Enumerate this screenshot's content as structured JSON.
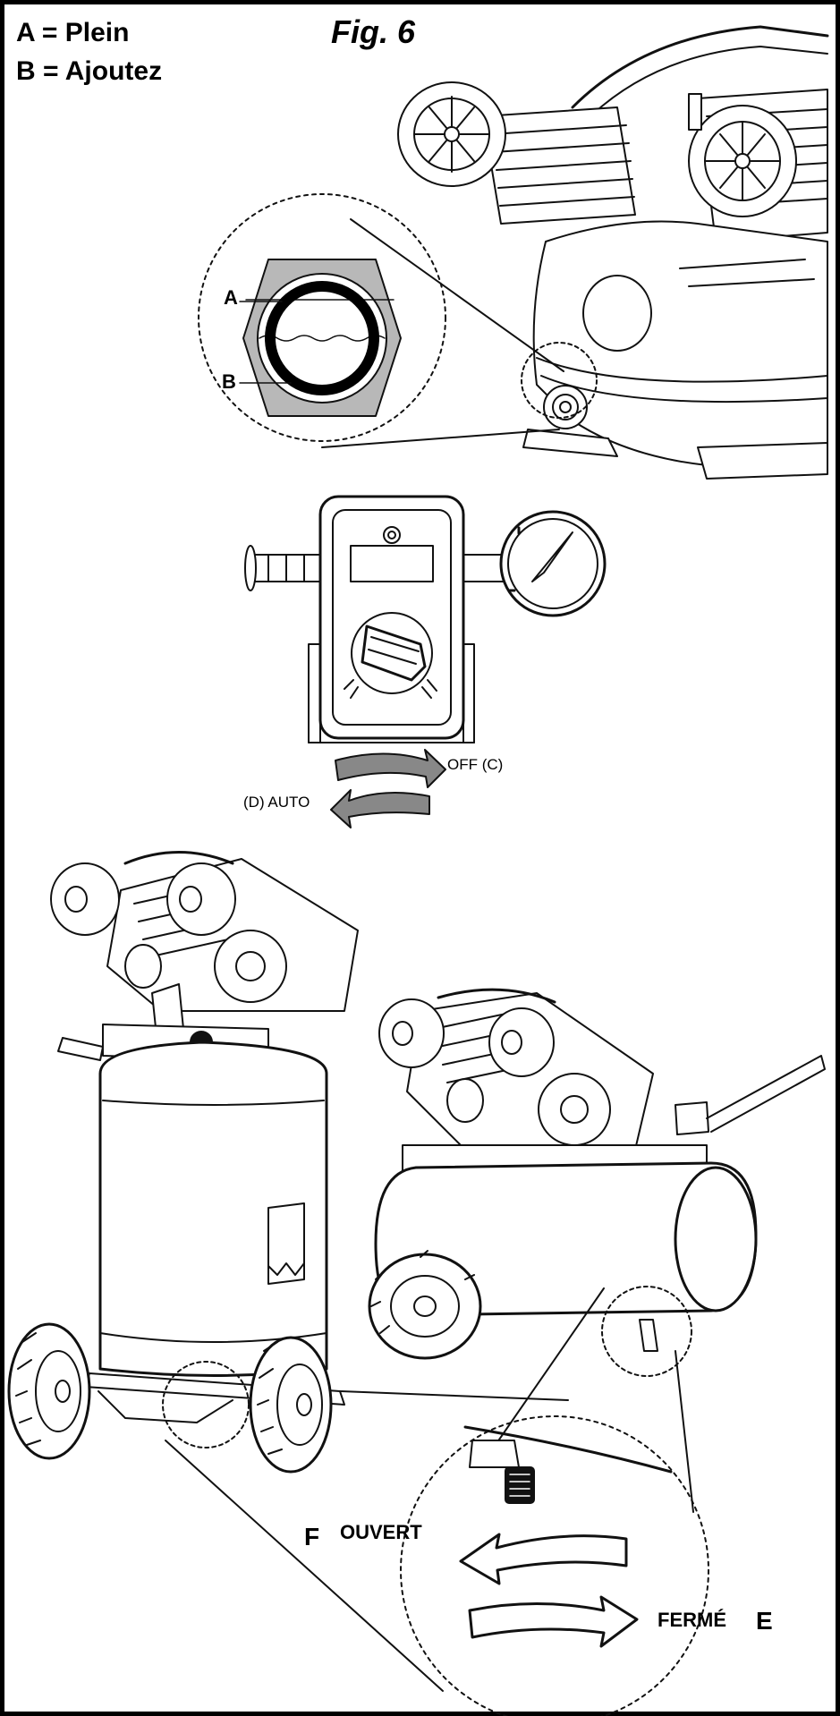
{
  "legend": {
    "a": "A = Plein",
    "b": "B = Ajoutez"
  },
  "figure_label": "Fig. 6",
  "sight_glass": {
    "a": "A",
    "b": "B"
  },
  "switch": {
    "off": "OFF (C)",
    "auto": "(D) AUTO"
  },
  "drain": {
    "f": "F",
    "open": "OUVERT",
    "closed": "FERMÉ",
    "e": "E"
  }
}
